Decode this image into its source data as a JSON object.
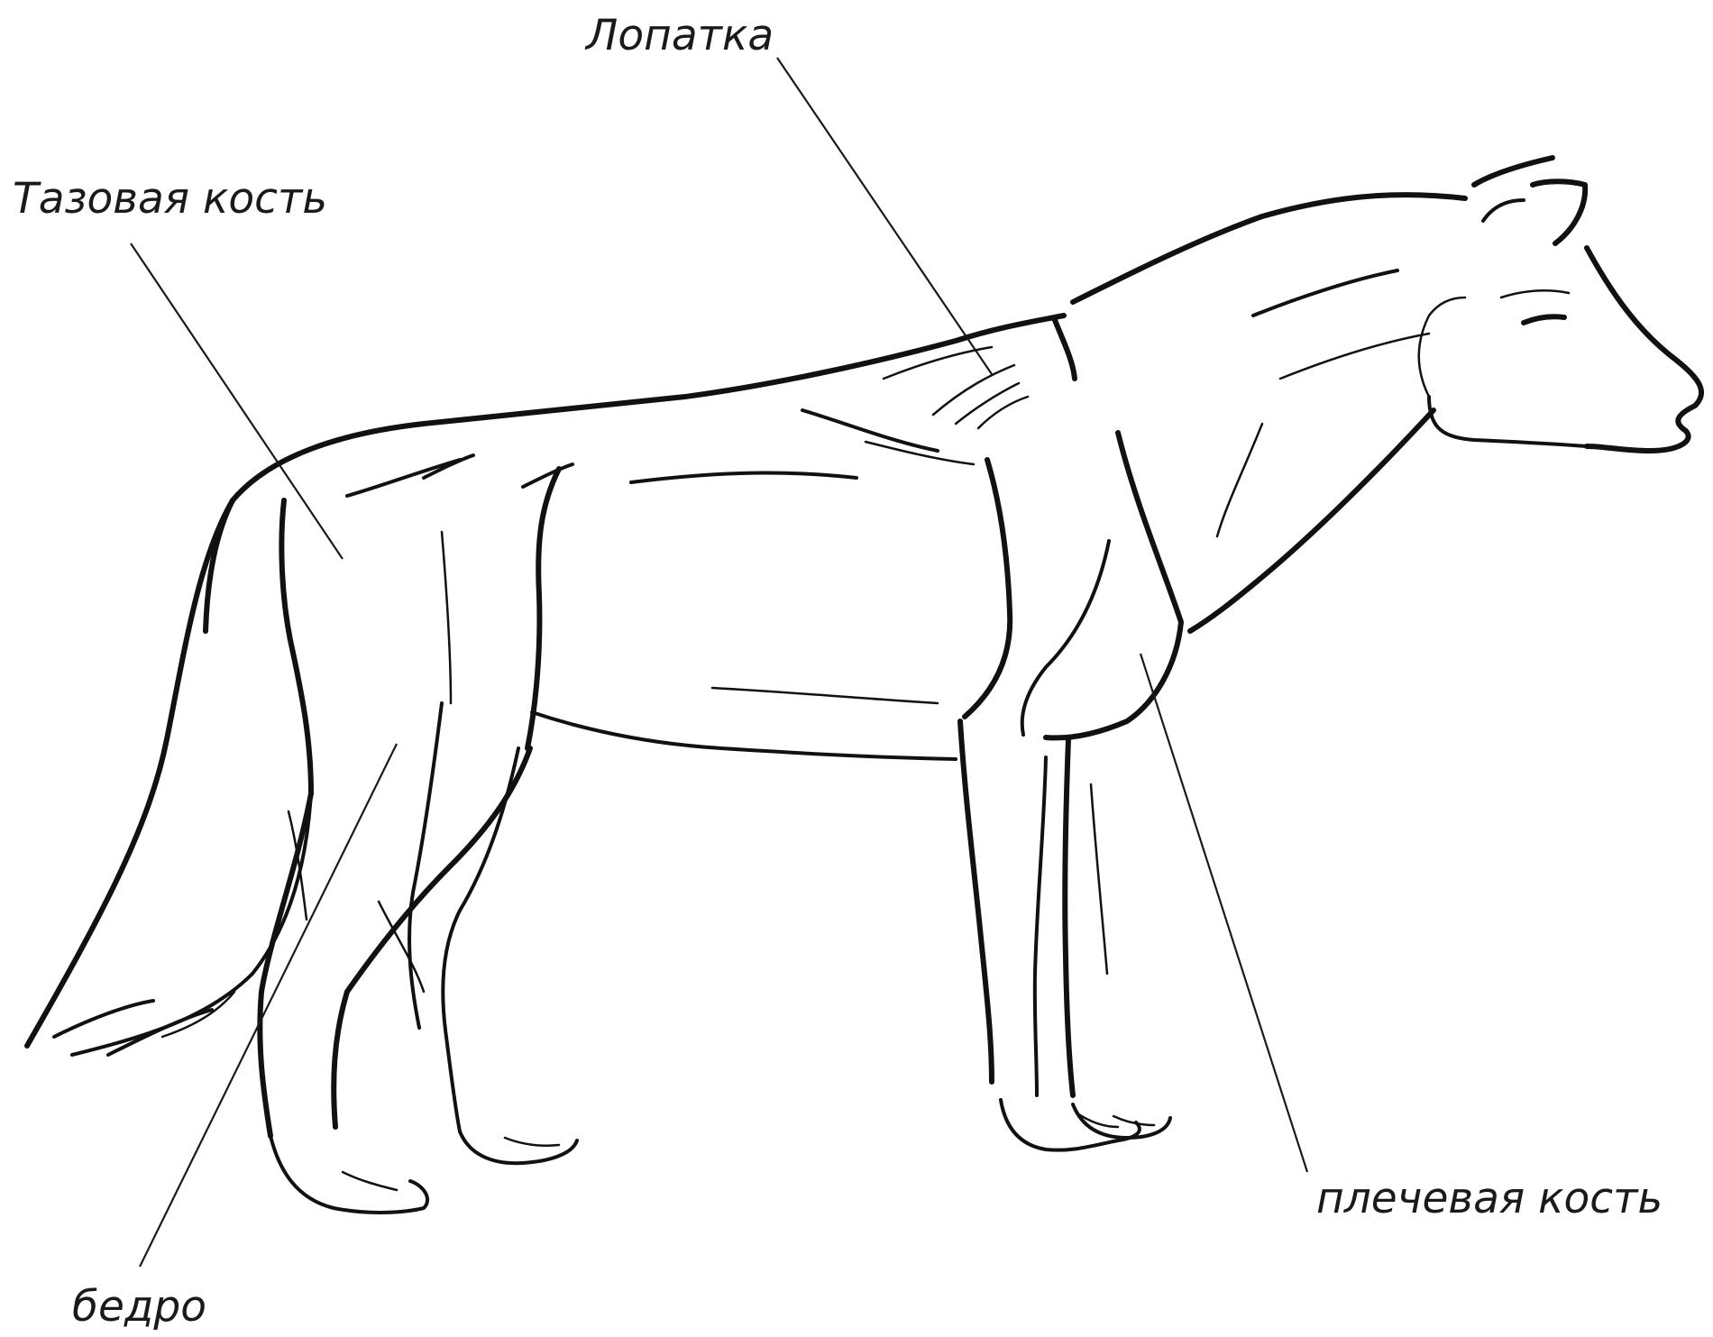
{
  "labels": {
    "scapula": "Лопатка",
    "pelvis": "Тазовая кость",
    "humerus": "плечевая кость",
    "femur": "бедро"
  },
  "colors": {
    "ink": "#111111",
    "text": "#1a1a1a",
    "background": "#ffffff"
  }
}
